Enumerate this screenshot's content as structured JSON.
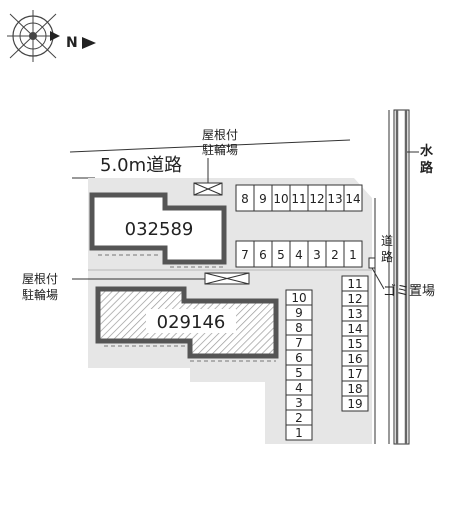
{
  "compass": {
    "north_label": "N",
    "icon": "compass-rose-icon"
  },
  "road": {
    "label": "5.0m道路"
  },
  "waterway": {
    "label_line1": "水",
    "label_line2": "路"
  },
  "side_road": {
    "label_line1": "道",
    "label_line2": "路"
  },
  "bike_parking_top": {
    "label_line1": "屋根付",
    "label_line2": "駐輪場"
  },
  "bike_parking_left": {
    "label_line1": "屋根付",
    "label_line2": "駐輪場"
  },
  "garbage": {
    "label": "ゴミ置場"
  },
  "buildings": [
    {
      "id": "032589",
      "hatched": false
    },
    {
      "id": "029146",
      "hatched": true
    }
  ],
  "parking": {
    "top_row": [
      "8",
      "9",
      "10",
      "11",
      "12",
      "13",
      "14"
    ],
    "middle_row": [
      "7",
      "6",
      "5",
      "4",
      "3",
      "2",
      "1"
    ],
    "column_left": [
      "10",
      "9",
      "8",
      "7",
      "6",
      "5",
      "4",
      "3",
      "2",
      "1"
    ],
    "column_right": [
      "11",
      "12",
      "13",
      "14",
      "15",
      "16",
      "17",
      "18",
      "19"
    ]
  },
  "colors": {
    "lot": "#e6e6e6",
    "building_outline": "#555555",
    "water": "#6f6f6f"
  }
}
